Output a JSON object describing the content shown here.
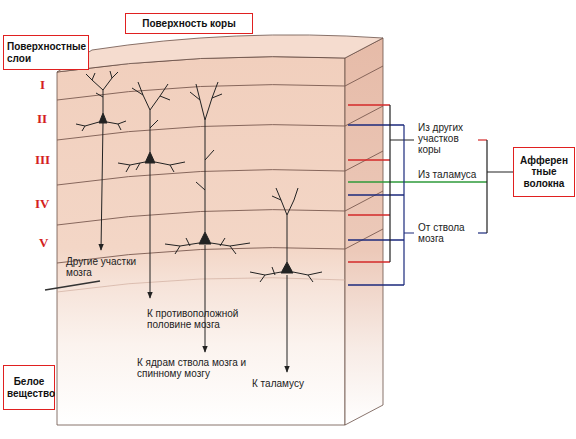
{
  "diagram": {
    "nodes": [
      {
        "text": [
          "Поверхность коры"
        ]
      },
      {
        "text": [
          "Поверхностные слои"
        ]
      },
      {
        "text": [
          "Афферен тные волокна"
        ]
      },
      {
        "text": [
          "Белое вещество"
        ]
      }
    ],
    "labels": [
      "I",
      "II",
      "III",
      "IV",
      "V",
      "Из других участков коры",
      "Из таламуса",
      "От ствола мозга",
      "Другие участки мозга",
      "К противоположной половине мозга",
      "К ядрам ствола мозга и спинному мозгу",
      "К таламусу"
    ]
  }
}
